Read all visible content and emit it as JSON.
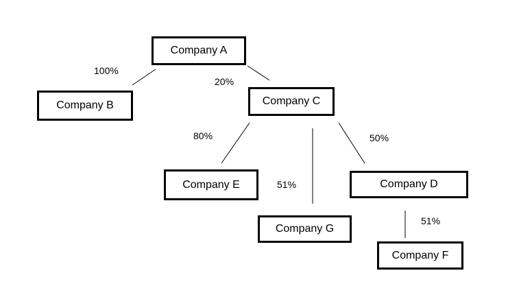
{
  "companies": {
    "a": "Company A",
    "b": "Company B",
    "c": "Company C",
    "d": "Company D",
    "e": "Company E",
    "f": "Company F",
    "g": "Company G"
  },
  "ownership": {
    "a_to_b": "100%",
    "a_to_c": "20%",
    "c_to_e": "80%",
    "c_to_g": "51%",
    "c_to_d": "50%",
    "d_to_f": "51%"
  },
  "colors": {
    "line": "#000000",
    "box_border": "#000000",
    "background": "#ffffff"
  }
}
